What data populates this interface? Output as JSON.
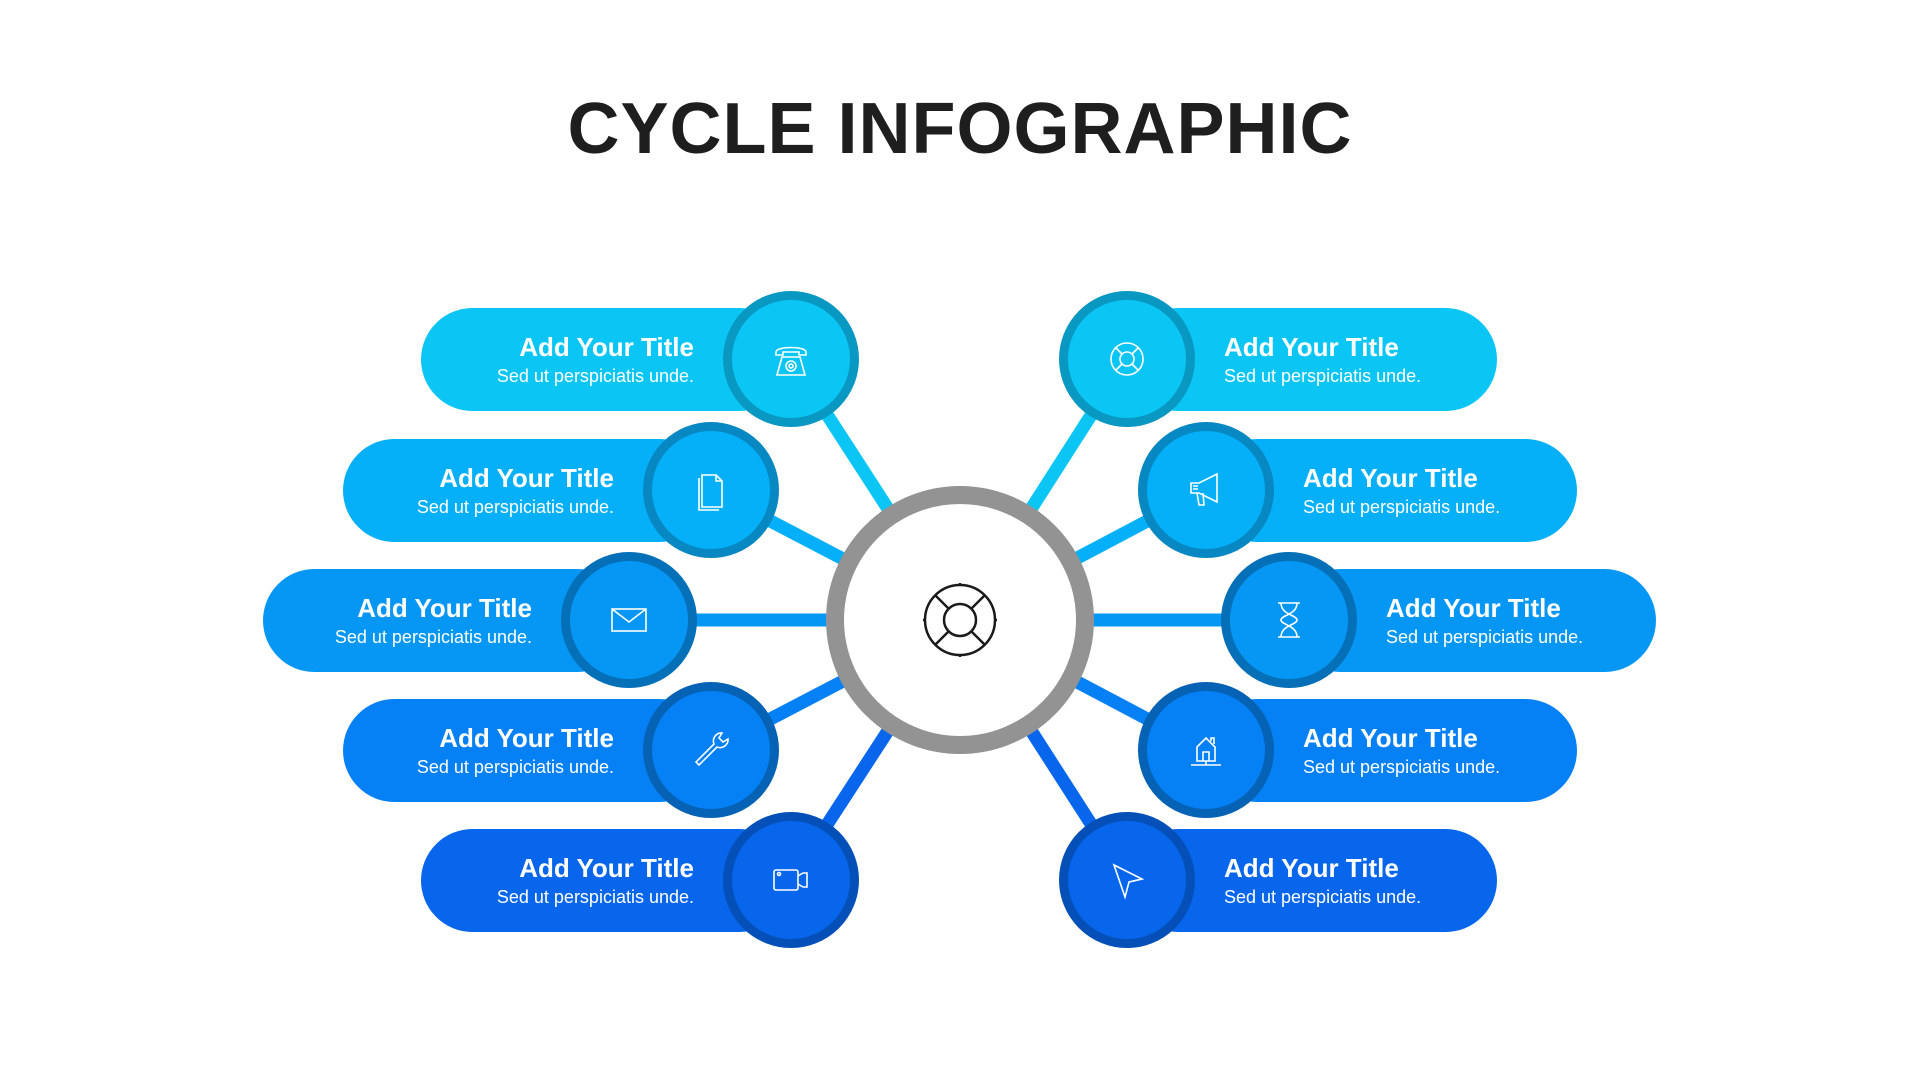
{
  "title": "CYCLE INFOGRAPHIC",
  "hub_icon": "lifebuoy-icon",
  "items": [
    {
      "side": "left",
      "row": 0,
      "title": "Add Your Title",
      "subtitle": "Sed ut perspiciatis unde.",
      "icon": "telephone-icon",
      "color": "#0bc5f5",
      "border": "#0898c2"
    },
    {
      "side": "left",
      "row": 1,
      "title": "Add Your Title",
      "subtitle": "Sed ut perspiciatis unde.",
      "icon": "documents-icon",
      "color": "#05b0f8",
      "border": "#0888c2"
    },
    {
      "side": "left",
      "row": 2,
      "title": "Add Your Title",
      "subtitle": "Sed ut perspiciatis unde.",
      "icon": "envelope-icon",
      "color": "#0697f5",
      "border": "#0570b8"
    },
    {
      "side": "left",
      "row": 3,
      "title": "Add Your Title",
      "subtitle": "Sed ut perspiciatis unde.",
      "icon": "wrench-icon",
      "color": "#0680f5",
      "border": "#0562b4"
    },
    {
      "side": "left",
      "row": 4,
      "title": "Add Your Title",
      "subtitle": "Sed ut perspiciatis unde.",
      "icon": "video-camera-icon",
      "color": "#0766eb",
      "border": "#0550b8"
    },
    {
      "side": "right",
      "row": 0,
      "title": "Add Your Title",
      "subtitle": "Sed ut perspiciatis unde.",
      "icon": "lifebuoy-icon",
      "color": "#0bc5f5",
      "border": "#0898c2"
    },
    {
      "side": "right",
      "row": 1,
      "title": "Add Your Title",
      "subtitle": "Sed ut perspiciatis unde.",
      "icon": "megaphone-icon",
      "color": "#05b0f8",
      "border": "#0888c2"
    },
    {
      "side": "right",
      "row": 2,
      "title": "Add Your Title",
      "subtitle": "Sed ut perspiciatis unde.",
      "icon": "hourglass-icon",
      "color": "#0697f5",
      "border": "#0570b8"
    },
    {
      "side": "right",
      "row": 3,
      "title": "Add Your Title",
      "subtitle": "Sed ut perspiciatis unde.",
      "icon": "house-network-icon",
      "color": "#0680f5",
      "border": "#0562b4"
    },
    {
      "side": "right",
      "row": 4,
      "title": "Add Your Title",
      "subtitle": "Sed ut perspiciatis unde.",
      "icon": "paper-plane-icon",
      "color": "#0766eb",
      "border": "#0550b8"
    }
  ]
}
